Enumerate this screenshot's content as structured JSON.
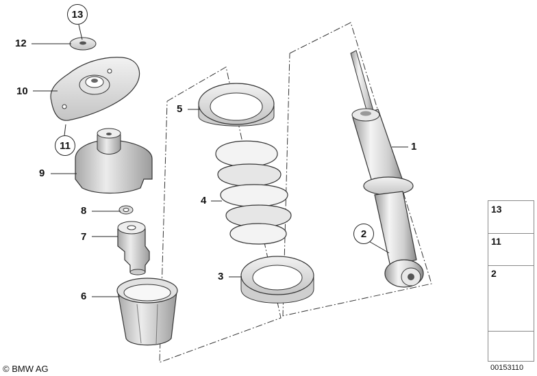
{
  "callouts": {
    "c1": "1",
    "c2": "2",
    "c3": "3",
    "c4": "4",
    "c5": "5",
    "c6": "6",
    "c7": "7",
    "c8": "8",
    "c9": "9",
    "c10": "10",
    "c11": "11",
    "c12": "12",
    "c13": "13"
  },
  "legend": {
    "n13": "13",
    "n11": "11",
    "n2": "2"
  },
  "footer": {
    "copyright": "© BMW AG",
    "image_number": "00153110"
  }
}
